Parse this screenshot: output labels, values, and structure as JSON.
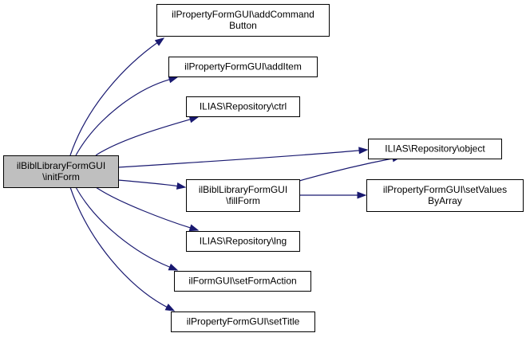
{
  "graph": {
    "edge_color": "#191970",
    "root_fill": "#bfbfbf",
    "nodes": [
      {
        "id": "root",
        "lines": [
          "ilBiblLibraryFormGUI",
          "\\initForm"
        ],
        "root": true
      },
      {
        "id": "addCommandButton",
        "lines": [
          "ilPropertyFormGUI\\addCommand",
          "Button"
        ]
      },
      {
        "id": "addItem",
        "lines": [
          "ilPropertyFormGUI\\addItem"
        ]
      },
      {
        "id": "ctrl",
        "lines": [
          "ILIAS\\Repository\\ctrl"
        ]
      },
      {
        "id": "object",
        "lines": [
          "ILIAS\\Repository\\object"
        ]
      },
      {
        "id": "fillForm",
        "lines": [
          "ilBiblLibraryFormGUI",
          "\\fillForm"
        ]
      },
      {
        "id": "setValuesByArray",
        "lines": [
          "ilPropertyFormGUI\\setValues",
          "ByArray"
        ]
      },
      {
        "id": "lng",
        "lines": [
          "ILIAS\\Repository\\lng"
        ]
      },
      {
        "id": "setFormAction",
        "lines": [
          "ilFormGUI\\setFormAction"
        ]
      },
      {
        "id": "setTitle",
        "lines": [
          "ilPropertyFormGUI\\setTitle"
        ]
      }
    ],
    "edges": [
      {
        "from": "root",
        "to": "addCommandButton"
      },
      {
        "from": "root",
        "to": "addItem"
      },
      {
        "from": "root",
        "to": "ctrl"
      },
      {
        "from": "root",
        "to": "object"
      },
      {
        "from": "root",
        "to": "fillForm"
      },
      {
        "from": "root",
        "to": "lng"
      },
      {
        "from": "root",
        "to": "setFormAction"
      },
      {
        "from": "root",
        "to": "setTitle"
      },
      {
        "from": "fillForm",
        "to": "object"
      },
      {
        "from": "fillForm",
        "to": "setValuesByArray"
      }
    ]
  }
}
